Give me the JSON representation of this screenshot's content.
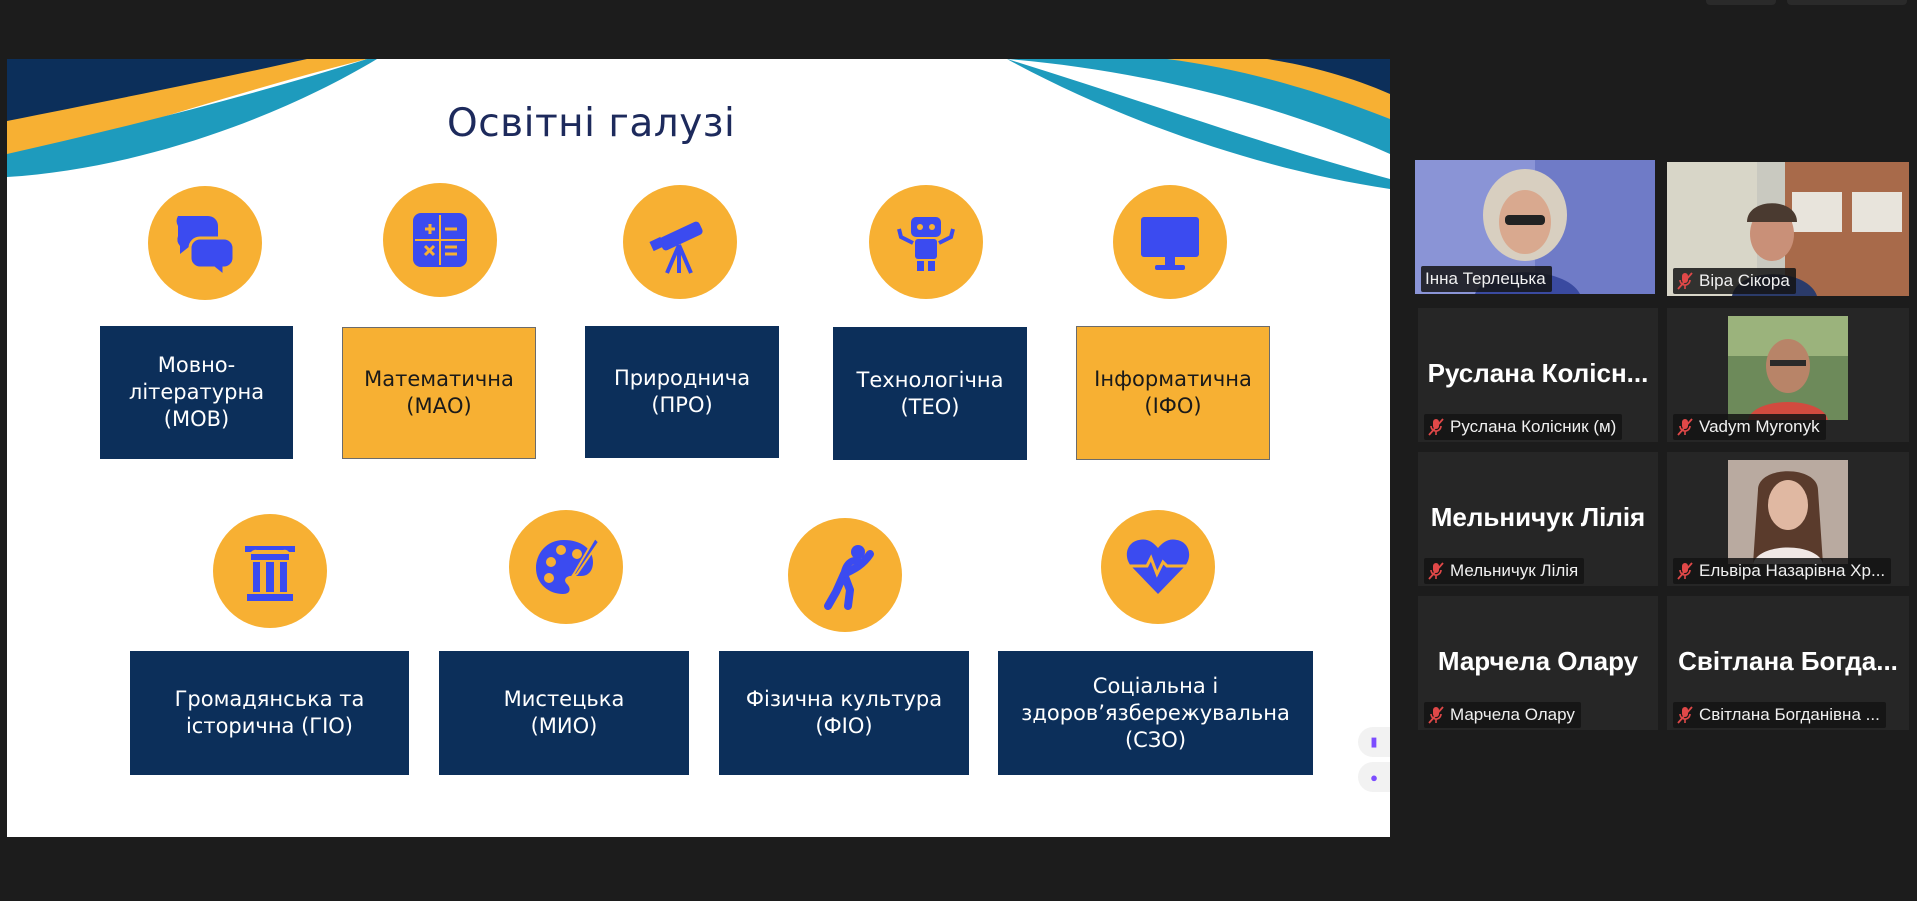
{
  "slide": {
    "title": "Освітні галузі",
    "row1": [
      {
        "label": "Мовно-\nлітературна\n(МОВ)",
        "style": "dark",
        "icon": "speech-bubbles-icon"
      },
      {
        "label": "Математична\n(МАО)",
        "style": "orange",
        "icon": "calculator-icon"
      },
      {
        "label": "Природнича\n(ПРО)",
        "style": "dark",
        "icon": "telescope-icon"
      },
      {
        "label": "Технологічна\n(ТЕО)",
        "style": "dark",
        "icon": "robot-icon"
      },
      {
        "label": "Інформатична\n(ІФО)",
        "style": "orange",
        "icon": "monitor-icon"
      }
    ],
    "row2": [
      {
        "label": "Громадянська та\nісторична (ГІО)",
        "style": "dark",
        "icon": "column-icon"
      },
      {
        "label": "Мистецька\n(МИО)",
        "style": "dark",
        "icon": "palette-icon"
      },
      {
        "label": "Фізична культура\n(ФІО)",
        "style": "dark",
        "icon": "stretching-person-icon"
      },
      {
        "label": "Соціальна і\nздоров’язбережувальна\n(СЗО)",
        "style": "dark",
        "icon": "heart-pulse-icon"
      }
    ],
    "colors": {
      "dark": "#0c2f5a",
      "orange": "#f7b033",
      "icon_blue": "#3b4bf0",
      "wave_teal": "#1e9bbd",
      "wave_navy": "#0c2f5a"
    }
  },
  "participants": [
    {
      "name": "Інна Терлецька",
      "video": true,
      "active": true,
      "muted": false
    },
    {
      "name": "Віра Сікора",
      "video": true,
      "active": false,
      "muted": true
    },
    {
      "name": "Руслана Колісник (м)",
      "display": "Руслана  Колісн...",
      "video": false,
      "muted": true
    },
    {
      "name": "Vadym Myronyk",
      "video": true,
      "muted": true
    },
    {
      "name": "Мельничук Лілія",
      "display": "Мельничук Лілія",
      "video": false,
      "muted": true
    },
    {
      "name": "Ельвіра Назарівна Хр...",
      "video": true,
      "muted": true
    },
    {
      "name": "Марчела Олару",
      "display": "Марчела Олару",
      "video": false,
      "muted": true
    },
    {
      "name": "Світлана Богданівна ...",
      "display": "Світлана  Богда...",
      "video": false,
      "muted": true
    }
  ]
}
